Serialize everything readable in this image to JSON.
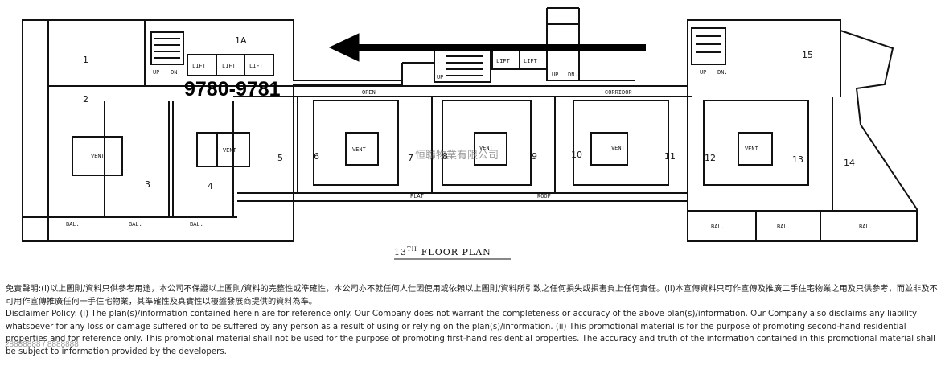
{
  "plan": {
    "ref_code": "9780-9781",
    "title": "13TH FLOOR PLAN",
    "title_sup": "TH",
    "title_main_a": "13",
    "title_main_b": "FLOOR  PLAN",
    "watermark": "恒聯物業有限公司",
    "labels": {
      "open_corridor_a": "OPEN",
      "open_corridor_b": "CORRIDOR",
      "flat_roof_a": "FLAT",
      "flat_roof_b": "ROOF",
      "vent": "VENT",
      "lift": "LIFT",
      "bal": "BAL.",
      "up": "UP",
      "dn": "DN."
    },
    "units": [
      "1",
      "1A",
      "2",
      "3",
      "4",
      "5",
      "6",
      "7",
      "8",
      "9",
      "10",
      "11",
      "12",
      "13",
      "14",
      "15"
    ]
  },
  "disclaimer": {
    "chinese": "免責聲明:(i)以上圖則/資料只供參考用途，本公司不保證以上圖則/資料的完整性或準確性，本公司亦不就任何人仕因使用或依賴以上圖則/資料所引致之任何損失或損害負上任何責任。(ii)本宣傳資料只可作宣傳及推廣二手住宅物業之用及只供參考，而並非及不可用作宣傳推廣任何一手住宅物業，其準確性及真實性以樓盤發展商提供的資料為準。",
    "english": "Disclaimer Policy: (i) The plan(s)/information contained herein are for reference only. Our Company does not warrant the completeness or accuracy of the above plan(s)/information. Our Company also disclaims any liability whatsoever for any loss or damage suffered or to be suffered by any person as a result of using or relying on the plan(s)/information. (ii) This promotional material is for the purpose of promoting second-hand residential properties and for reference only. This promotional material shall not be used for the purpose of promoting first-hand residential properties. The accuracy and truth of the information contained in this promotional material shall be subject to information provided by the developers.",
    "agent_id": "28888888 / 8888888"
  },
  "colors": {
    "ink": "#111111",
    "watermark": "#787878"
  }
}
